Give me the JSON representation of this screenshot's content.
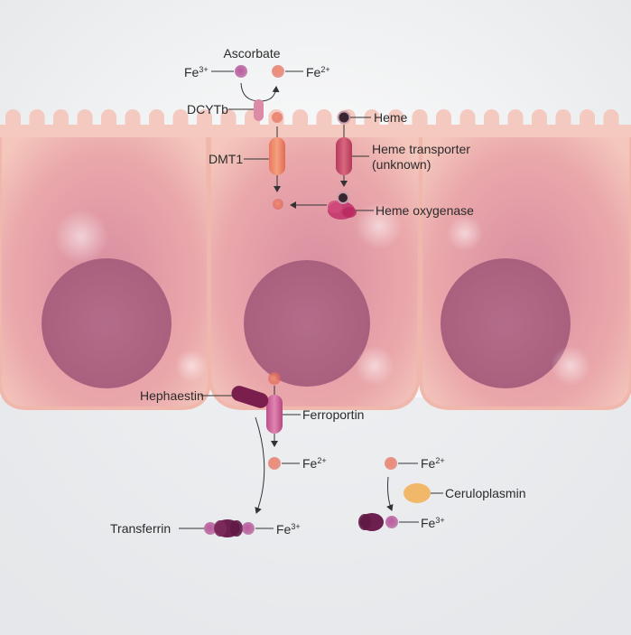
{
  "labels": {
    "ascorbate": "Ascorbate",
    "fe3_top": {
      "base": "Fe",
      "sup": "3+"
    },
    "fe2_top": {
      "base": "Fe",
      "sup": "2+"
    },
    "dcytb": "DCYTb",
    "dmt1": "DMT1",
    "heme": "Heme",
    "heme_transporter": "Heme transporter",
    "heme_transporter_note": "(unknown)",
    "heme_oxygenase": "Heme oxygenase",
    "hephaestin": "Hephaestin",
    "ferroportin": "Ferroportin",
    "fe2_mid": {
      "base": "Fe",
      "sup": "2+"
    },
    "transferrin": "Transferrin",
    "fe3_bottom_left": {
      "base": "Fe",
      "sup": "3+"
    },
    "fe2_right": {
      "base": "Fe",
      "sup": "2+"
    },
    "ceruloplasmin": "Ceruloplasmin",
    "fe3_bottom_right": {
      "base": "Fe",
      "sup": "3+"
    }
  },
  "colors": {
    "cell": "#f2c4bd",
    "cell_edge": "#e7a59a",
    "nucleus": "#b06a86",
    "fe2": "#e8705e",
    "fe3": "#b04a8f",
    "heme": "#3a2630",
    "transporter": "#c14767",
    "ceruloplasmin": "#f3b25b",
    "transferrin": "#6d1f4f"
  }
}
